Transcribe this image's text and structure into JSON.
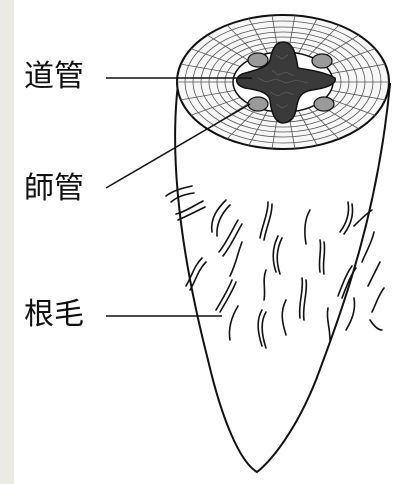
{
  "labels": {
    "xylem": "道管",
    "phloem": "師管",
    "root_hair": "根毛"
  },
  "colors": {
    "background": "#ffffff",
    "side_strip": "#ecebe3",
    "line": "#111111",
    "xylem_fill": "#3a3a3a",
    "phloem_fill": "#9a9a9a",
    "root_fill": "#ffffff"
  }
}
